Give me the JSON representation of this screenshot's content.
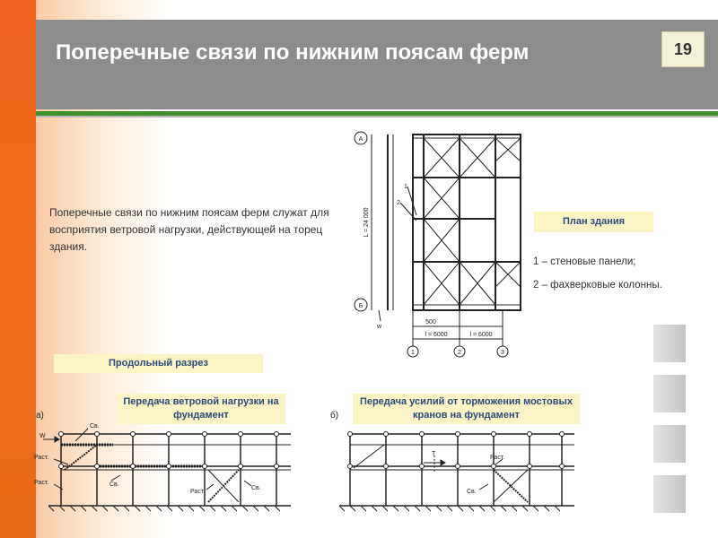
{
  "slide": {
    "title": "Поперечные связи по нижним поясам ферм",
    "number": "19",
    "description": "Поперечные связи по нижним поясам ферм служат для восприятия ветровой нагрузки, действующей на торец здания."
  },
  "plan": {
    "label": "План здания",
    "legend": [
      "1 – стеновые панели;",
      "2 – фахверковые колонны."
    ],
    "axis_top": "А",
    "axis_bottom": "Б",
    "dim_length": "L = 24 000",
    "dim_500": "500",
    "dim_span1": "l = 6000",
    "dim_span2": "l = 6000",
    "col_1": "1",
    "col_2": "2",
    "col_3": "3",
    "mark_1": "1",
    "mark_2": "2",
    "mark_w": "w"
  },
  "sections": {
    "longitudinal_label": "Продольный разрез",
    "wind_label": "Передача ветровой нагрузки на фундамент",
    "crane_label": "Передача усилий от торможения мостовых кранов на фундамент",
    "fig_a": "а)",
    "fig_b": "б)",
    "w": "W",
    "sv": "Св.",
    "rast": "Раст.",
    "t": "T"
  },
  "colors": {
    "accent_orange": "#f0641e",
    "title_grey": "#8c8c8c",
    "rule_green": "#3f8f2c",
    "label_bg": "#fbf4c4",
    "label_text": "#2c4a7a"
  }
}
